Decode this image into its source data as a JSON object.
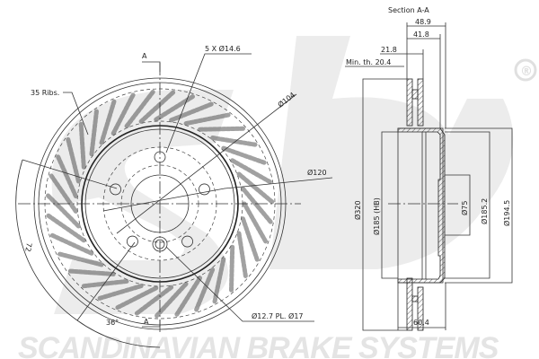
{
  "watermark": {
    "brand": "sbs",
    "registered": "®",
    "tagline": "SCANDINAVIAN BRAKE SYSTEMS",
    "color": "#d9d9d9"
  },
  "front_view": {
    "section_marker_top": "A",
    "section_marker_bottom": "A",
    "bolt_holes": "5 X Ø14.6",
    "ribs": "35 Ribs.",
    "rib_count": 35,
    "bolt_circle": "Ø104",
    "centering": "Ø120",
    "threaded_hole": "Ø12.7 PL. Ø17",
    "angle_72": "72",
    "angle_36": "36°"
  },
  "section_view": {
    "title": "Section A-A",
    "total_height": "48.9",
    "height_41": "41.8",
    "thickness": "21.8",
    "min_thickness": "Min. th. 20.4",
    "outer_diameter": "Ø320",
    "hub_diameter": "Ø185 (HB)",
    "center_bore": "Ø75",
    "inner_diameter": "Ø185.2",
    "drum_diameter": "Ø194.5",
    "offset": "60,4"
  }
}
